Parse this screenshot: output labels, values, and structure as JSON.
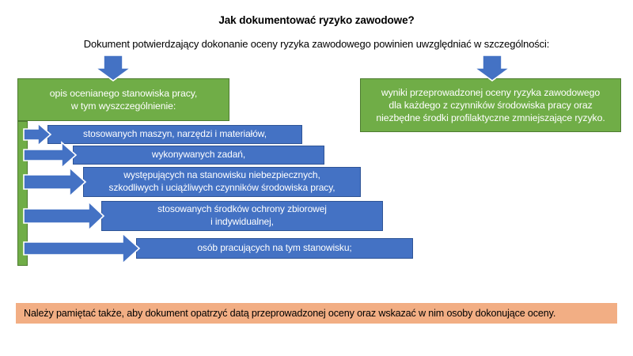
{
  "slide": {
    "title": "Jak dokumentować ryzyko zawodowe?",
    "subtitle": "Dokument potwierdzający dokonanie oceny ryzyka zawodowego powinien uwzględniać w szczególności:"
  },
  "colors": {
    "green": "#70AD47",
    "green_border": "#4E7C31",
    "blue": "#4472C4",
    "blue_border": "#2E5496",
    "orange": "#F2AE84",
    "text_light": "#FFFFFF",
    "text_dark": "#000000"
  },
  "branches": {
    "left": {
      "heading_line1": "opis ocenianego stanowiska pracy,",
      "heading_line2": "w tym wyszczególnienie:",
      "items": [
        {
          "line1": "stosowanych maszyn, narzędzi i materiałów,",
          "line2": ""
        },
        {
          "line1": "wykonywanych zadań,",
          "line2": ""
        },
        {
          "line1": "występujących na stanowisku niebezpiecznych,",
          "line2": "szkodliwych i uciążliwych czynników środowiska pracy,"
        },
        {
          "line1": "stosowanych środków ochrony zbiorowej",
          "line2": "i indywidualnej,"
        },
        {
          "line1": "osób pracujących na tym stanowisku;",
          "line2": ""
        }
      ]
    },
    "right": {
      "heading_line1": "wyniki przeprowadzonej oceny ryzyka zawodowego",
      "heading_line2": "dla każdego z czynników środowiska pracy oraz",
      "heading_line3": "niezbędne środki profilaktyczne zmniejszające ryzyko."
    }
  },
  "arrows": {
    "down_left": "arrow-down-icon",
    "down_right": "arrow-down-icon",
    "right_1": "arrow-right-icon",
    "right_2": "arrow-right-icon",
    "right_3": "arrow-right-icon",
    "right_4": "arrow-right-icon",
    "right_5": "arrow-right-icon"
  },
  "footer": {
    "note": "Należy pamiętać także, aby dokument opatrzyć datą przeprowadzonej oceny oraz wskazać w nim osoby dokonujące oceny."
  }
}
